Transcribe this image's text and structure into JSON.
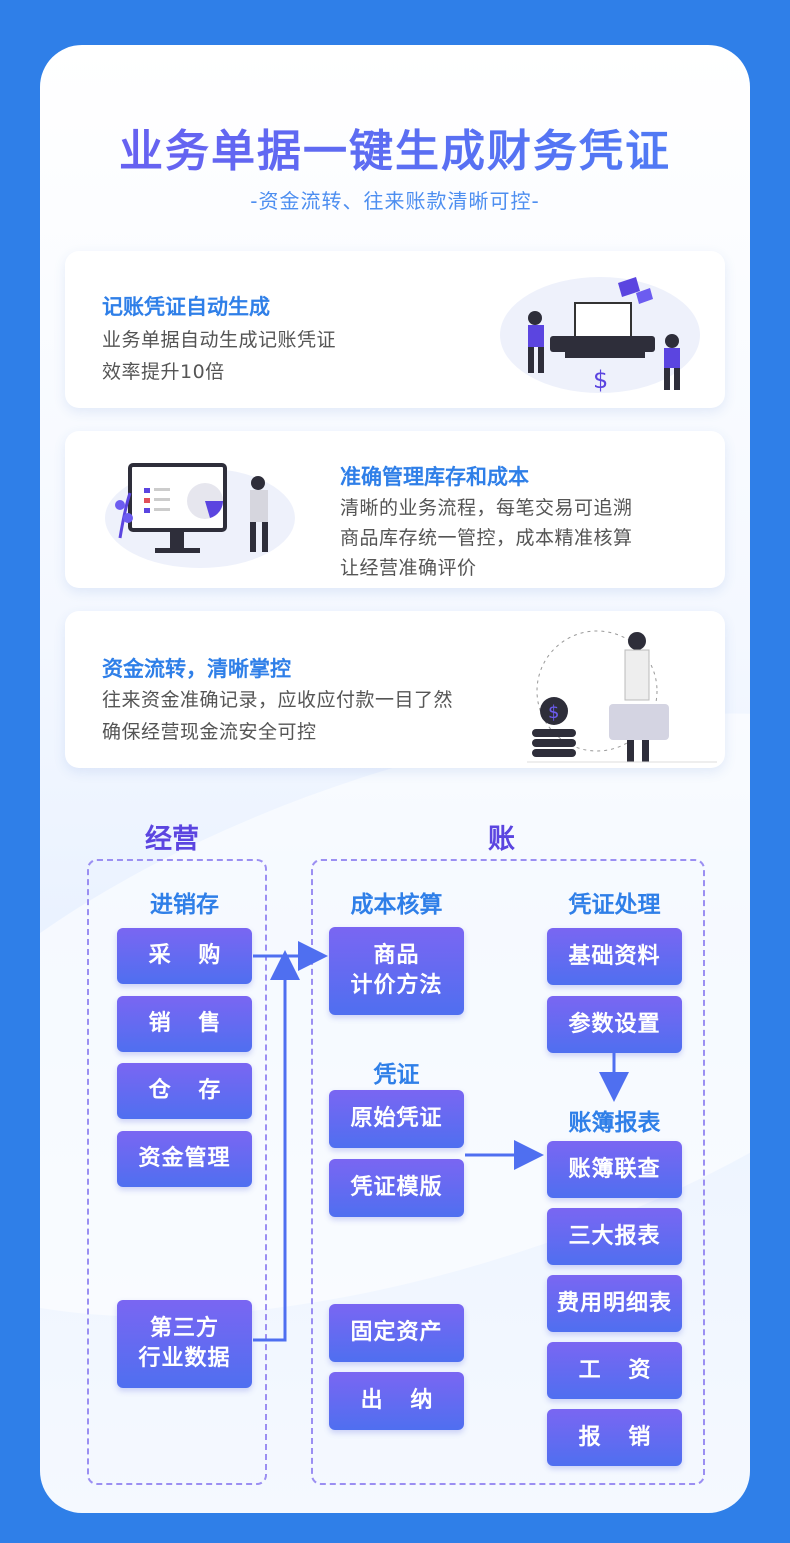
{
  "header": {
    "title": "业务单据一键生成财务凭证",
    "subtitle": "-资金流转、往来账款清晰可控-"
  },
  "cards": [
    {
      "title": "记账凭证自动生成",
      "lines": [
        "业务单据自动生成记账凭证",
        "效率提升10倍"
      ]
    },
    {
      "title": "准确管理库存和成本",
      "lines": [
        "清晰的业务流程，每笔交易可追溯",
        "商品库存统一管控，成本精准核算",
        "让经营准确评价"
      ]
    },
    {
      "title": "资金流转，清晰掌控",
      "lines": [
        "往来资金准确记录，应收应付款一目了然",
        "确保经营现金流安全可控"
      ]
    }
  ],
  "diagram": {
    "left_head": "经营",
    "right_head": "账",
    "jxc": {
      "title": "进销存",
      "items": [
        "采 购",
        "销 售",
        "仓 存",
        "资金管理"
      ]
    },
    "third_party": [
      "第三方",
      "行业数据"
    ],
    "cost": {
      "title": "成本核算",
      "item": [
        "商品",
        "计价方法"
      ]
    },
    "voucher": {
      "title": "凭证",
      "items": [
        "原始凭证",
        "凭证模版"
      ]
    },
    "others": [
      "固定资产",
      "出 纳"
    ],
    "voucher_proc": {
      "title": "凭证处理",
      "items": [
        "基础资料",
        "参数设置"
      ]
    },
    "ledger": {
      "title": "账簿报表",
      "items": [
        "账簿联查",
        "三大报表",
        "费用明细表",
        "工 资",
        "报 销"
      ]
    }
  },
  "colors": {
    "bg": "#2f7fe8",
    "accent": "#5b45e0",
    "blue": "#2f7fe8",
    "btn_top": "#7a66f2",
    "btn_bottom": "#4f6ff0"
  },
  "icons": [
    "dollar-icon",
    "monitor-icon",
    "person-icon",
    "coin-stack-icon",
    "card-icon"
  ]
}
